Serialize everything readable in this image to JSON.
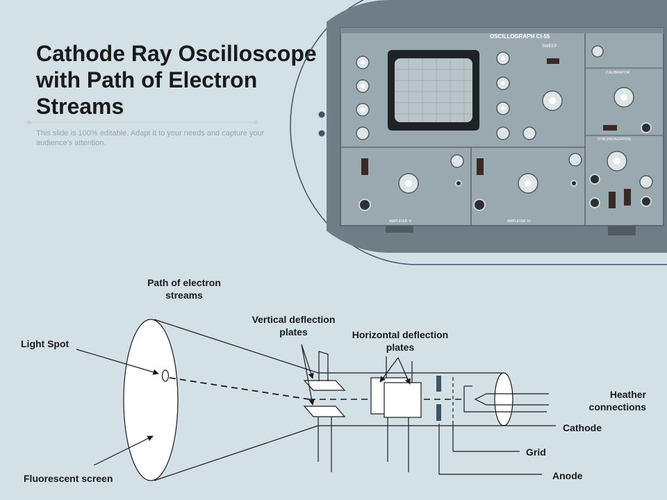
{
  "slide": {
    "title": "Cathode Ray Oscilloscope with Path of Electron Streams",
    "subtitle": "This slide is 100% editable. Adapt it to your needs and capture your audience's attention."
  },
  "photo": {
    "panel_title": "OSCILLOGRAPH CI-55",
    "sweep_label": "SWEEP",
    "calibrator_label": "CALIBRATOR",
    "synchronization_label": "SYNCHRONIZATION",
    "amplifier_y1_label": "AMPLIFIER YI",
    "amplifier_y2_label": "AMPLIFIER YII"
  },
  "diagram": {
    "labels": {
      "path": "Path of electron streams",
      "vertical": "Vertical deflection plates",
      "horizontal": "Horizontal deflection plates",
      "light_spot": "Light Spot",
      "fluorescent": "Fluorescent screen",
      "heather": "Heather connections",
      "cathode": "Cathode",
      "grid": "Grid",
      "anode": "Anode"
    }
  },
  "colors": {
    "background": "#d3e0e6",
    "title": "#1a1a1a",
    "subtitle": "#9aa3a8",
    "accent_line": "#3d5566",
    "device_body": "#7d8d96"
  }
}
